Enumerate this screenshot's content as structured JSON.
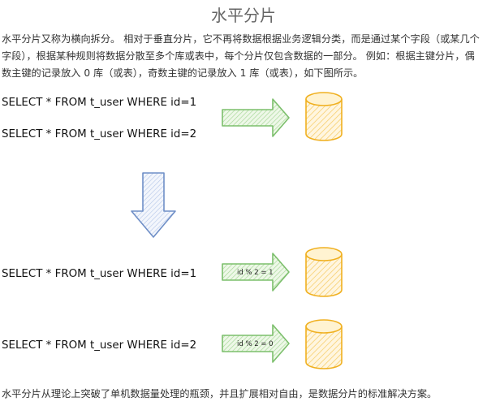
{
  "title": "水平分片",
  "intro": "水平分片又称为横向拆分。 相对于垂直分片，它不再将数据根据业务逻辑分类，而是通过某个字段（或某几个字段），根据某种规则将数据分散至多个库或表中，每个分片仅包含数据的一部分。 例如：根据主键分片，偶数主键的记录放入 0 库（或表），奇数主键的记录放入 1 库（或表），如下图所示。",
  "diagram": {
    "before": {
      "queries": [
        "SELECT * FROM t_user WHERE id=1",
        "SELECT * FROM t_user WHERE id=2"
      ]
    },
    "after": [
      {
        "query": "SELECT * FROM t_user WHERE id=1",
        "condition": "id % 2 = 1"
      },
      {
        "query": "SELECT * FROM t_user WHERE id=2",
        "condition": "id % 2 = 0"
      }
    ],
    "colors": {
      "arrow_green_stroke": "#7cbf6c",
      "arrow_green_fill": "#d4ecc8",
      "arrow_blue_stroke": "#6f8fc7",
      "arrow_blue_fill": "#e3eaf6",
      "db_stroke": "#f0b020",
      "db_fill": "#fde7b0"
    }
  },
  "footer": "水平分片从理论上突破了单机数据量处理的瓶颈，并且扩展相对自由，是数据分片的标准解决方案。"
}
